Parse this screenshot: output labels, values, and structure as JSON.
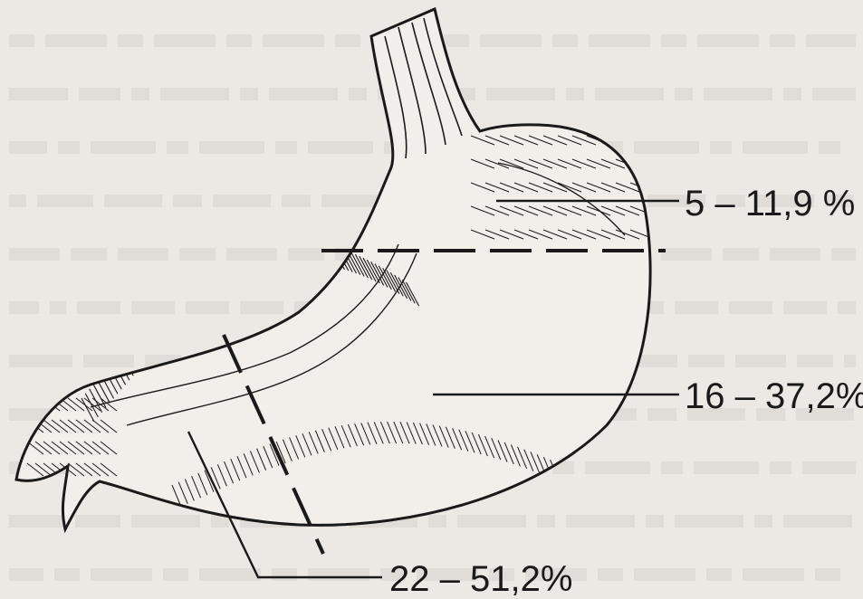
{
  "figure": {
    "subject": "stomach-diagram",
    "background_color": "#ece9e4",
    "ink_color": "#1a1a1a",
    "faint_text_color": "#d7d3cd",
    "background_text_lines": 11,
    "labels": [
      {
        "id": "upper",
        "text": "5 – 11,9 %"
      },
      {
        "id": "middle",
        "text": "16 – 37,2%"
      },
      {
        "id": "lower",
        "text": "22 – 51,2%"
      }
    ]
  }
}
